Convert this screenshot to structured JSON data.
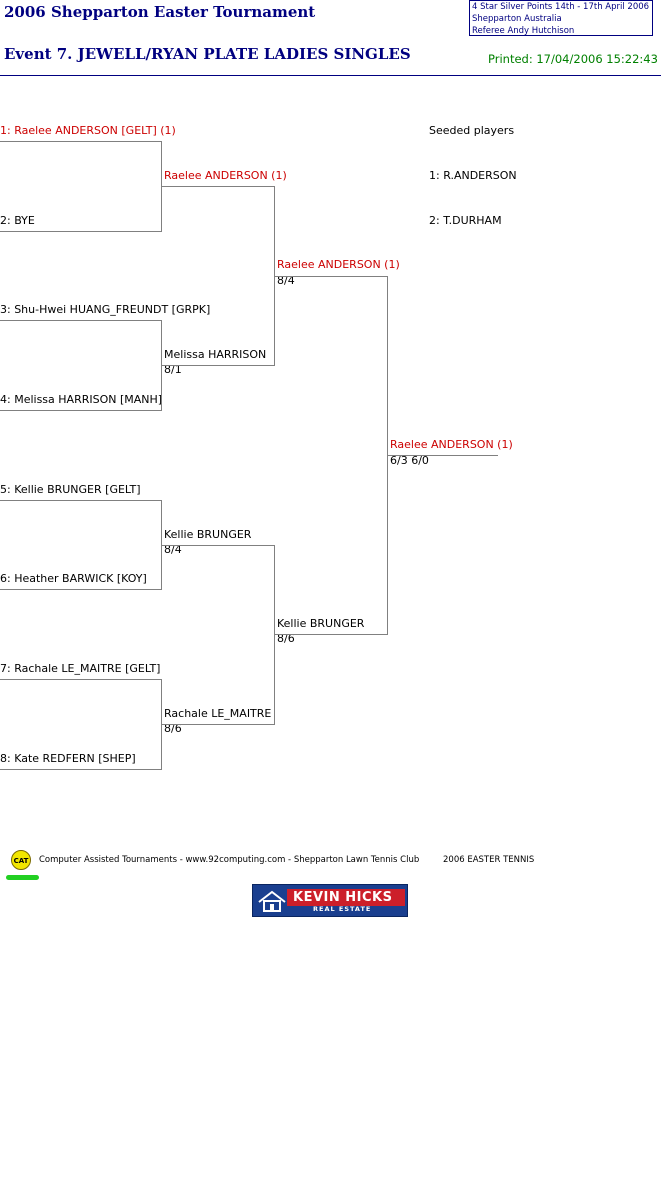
{
  "header": {
    "title": "2006 Shepparton Easter Tournament",
    "event": "Event 7. JEWELL/RYAN PLATE  LADIES SINGLES",
    "info_lines": [
      "4 Star Silver Points    14th - 17th April 2006",
      "Shepparton    Australia",
      "Referee   Andy Hutchison"
    ],
    "printed": "Printed: 17/04/2006 15:22:43"
  },
  "draw": {
    "round1": [
      "1: Raelee ANDERSON [GELT] (1)",
      "2: BYE",
      "3: Shu-Hwei HUANG_FREUNDT [GRPK]",
      "4: Melissa HARRISON [MANH]",
      "5: Kellie BRUNGER [GELT]",
      "6: Heather BARWICK [KOY]",
      "7: Rachale LE_MAITRE [GELT]",
      "8: Kate REDFERN [SHEP]"
    ],
    "round2": [
      {
        "name": "Raelee ANDERSON (1)",
        "score": ""
      },
      {
        "name": "Melissa HARRISON",
        "score": "8/1"
      },
      {
        "name": "Kellie BRUNGER",
        "score": "8/4"
      },
      {
        "name": "Rachale LE_MAITRE",
        "score": "8/6"
      }
    ],
    "semis": [
      {
        "name": "Raelee ANDERSON (1)",
        "score": "8/4"
      },
      {
        "name": "Kellie BRUNGER",
        "score": "8/6"
      }
    ],
    "final": {
      "name": "Raelee ANDERSON (1)",
      "score": "6/3 6/0"
    }
  },
  "seeds": {
    "heading": "Seeded players",
    "list": [
      "1: R.ANDERSON",
      "2: T.DURHAM"
    ]
  },
  "footer": {
    "cat_label": "CAT",
    "text": "Computer Assisted Tournaments - www.92computing.com -  Shepparton Lawn Tennis Club",
    "right": "2006 EASTER TENNIS",
    "sponsor_main": "KEVIN HICKS",
    "sponsor_sub": "REAL ESTATE"
  },
  "colors": {
    "title": "#000080",
    "printed": "#008000",
    "seed_red": "#cc0000",
    "cat_green": "#22d022",
    "sponsor_blue": "#1a3f8f"
  }
}
